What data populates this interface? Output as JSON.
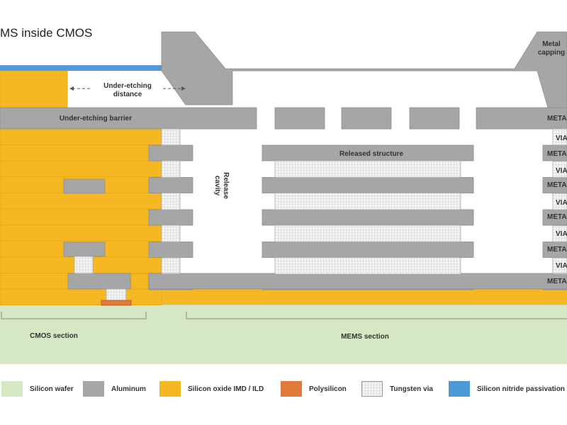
{
  "title": "MS inside CMOS",
  "colors": {
    "silicon_wafer": "#d5e8c3",
    "aluminum": "#a6a6a6",
    "oxide": "#f6b822",
    "polysilicon": "#e07a3a",
    "tungsten": "#ececec",
    "nitride": "#4f9ad6"
  },
  "labels": {
    "metal_capping": "Metal\ncapping",
    "under_etching_distance": "Under-etching\ndistance",
    "under_etching_barrier": "Under-etching barrier",
    "released_structure": "Released structure",
    "release_cavity": "Release\ncavity",
    "metal": "META",
    "via": "VIA",
    "cmos_section": "CMOS section",
    "mems_section": "MEMS section"
  },
  "legend": [
    {
      "label": "Silicon wafer",
      "color_key": "silicon_wafer",
      "icon": "silicon-wafer-swatch"
    },
    {
      "label": "Aluminum",
      "color_key": "aluminum",
      "icon": "aluminum-swatch"
    },
    {
      "label": "Silicon oxide IMD / ILD",
      "color_key": "oxide",
      "icon": "oxide-swatch"
    },
    {
      "label": "Polysilicon",
      "color_key": "polysilicon",
      "icon": "polysilicon-swatch"
    },
    {
      "label": "Tungsten via",
      "color_key": "tungsten",
      "icon": "tungsten-swatch"
    },
    {
      "label": "Silicon nitride passivation",
      "color_key": "nitride",
      "icon": "nitride-swatch"
    }
  ]
}
